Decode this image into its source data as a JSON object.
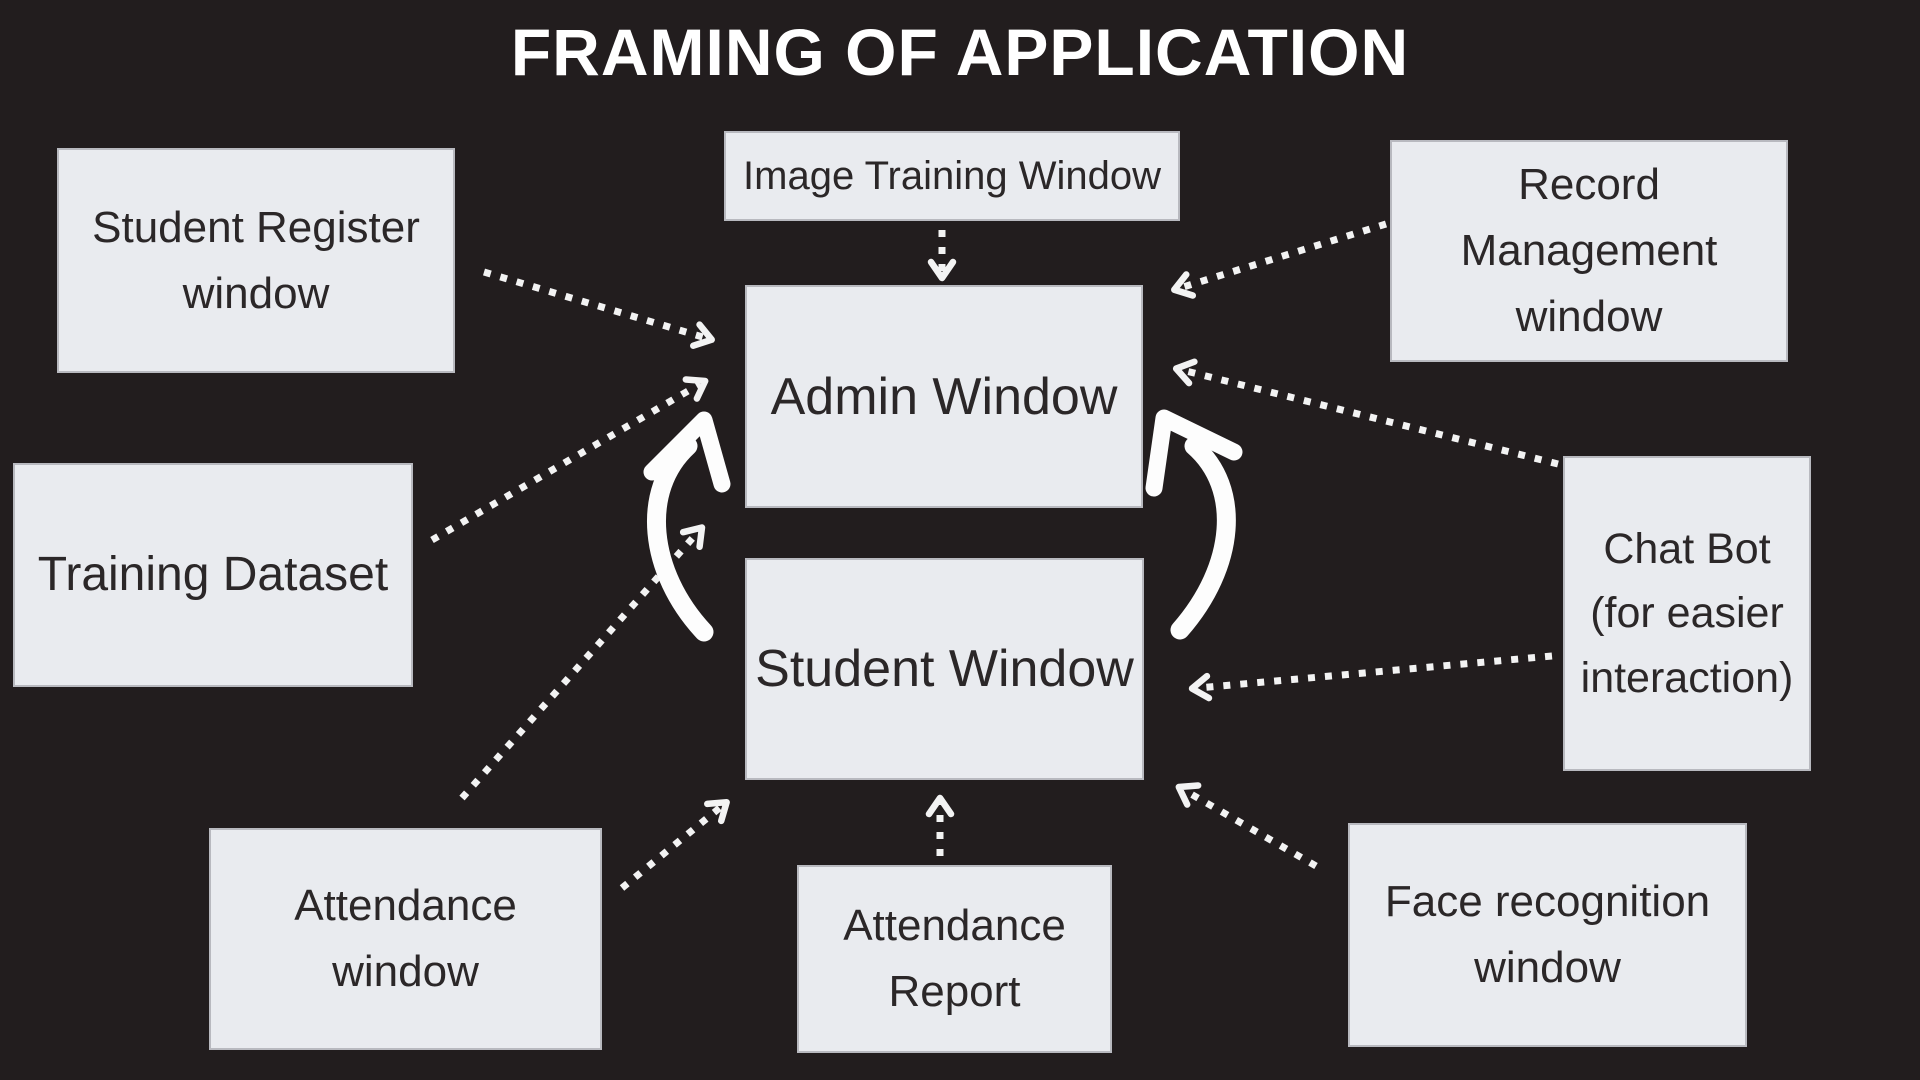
{
  "title": "FRAMING OF APPLICATION",
  "colors": {
    "background": "#221d1e",
    "node_fill": "#e9ebef",
    "node_text": "#2b2728",
    "arrow": "#f3f3f3",
    "title_text": "#ffffff"
  },
  "nodes": {
    "student_register": {
      "label": "Student Register\nwindow"
    },
    "image_training": {
      "label": "Image Training Window"
    },
    "record_management": {
      "label": "Record Management\nwindow"
    },
    "admin": {
      "label": "Admin Window"
    },
    "training_dataset": {
      "label": "Training Dataset"
    },
    "chat_bot": {
      "label": "Chat Bot\n(for easier\ninteraction)"
    },
    "student": {
      "label": "Student Window"
    },
    "attendance_window": {
      "label": "Attendance\nwindow"
    },
    "attendance_report": {
      "label": "Attendance\nReport"
    },
    "face_recognition": {
      "label": "Face recognition\nwindow"
    }
  },
  "edges": [
    {
      "from": "student_register",
      "to": "admin",
      "style": "dotted"
    },
    {
      "from": "training_dataset",
      "to": "admin",
      "style": "dotted"
    },
    {
      "from": "image_training",
      "to": "admin",
      "style": "dotted"
    },
    {
      "from": "record_management",
      "to": "admin",
      "style": "dotted"
    },
    {
      "from": "chat_bot",
      "to": "admin",
      "style": "dotted"
    },
    {
      "from": "chat_bot",
      "to": "student",
      "style": "dotted"
    },
    {
      "from": "attendance_window",
      "to": "admin",
      "style": "dotted"
    },
    {
      "from": "attendance_window",
      "to": "student",
      "style": "dotted"
    },
    {
      "from": "attendance_report",
      "to": "student",
      "style": "dotted"
    },
    {
      "from": "face_recognition",
      "to": "student",
      "style": "dotted"
    },
    {
      "from": "student",
      "to": "admin",
      "style": "curved-brush-left"
    },
    {
      "from": "student",
      "to": "admin",
      "style": "curved-brush-right"
    }
  ]
}
